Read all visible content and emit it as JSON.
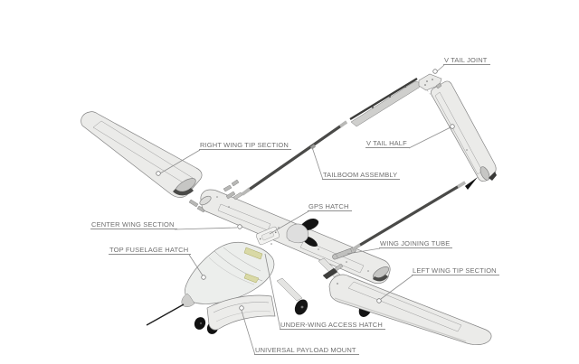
{
  "diagram": {
    "type": "exploded-parts-diagram",
    "subject": "Fixed-wing twin-boom V-tail UAV exploded view",
    "labels": [
      {
        "id": "v-tail-joint",
        "text": "V TAIL JOINT"
      },
      {
        "id": "right-wing-tip-section",
        "text": "RIGHT WING TIP SECTION"
      },
      {
        "id": "v-tail-half",
        "text": "V TAIL HALF"
      },
      {
        "id": "tailboom-assembly",
        "text": "TAILBOOM ASSEMBLY"
      },
      {
        "id": "gps-hatch",
        "text": "GPS HATCH"
      },
      {
        "id": "center-wing-section",
        "text": "CENTER WING SECTION"
      },
      {
        "id": "wing-joining-tube",
        "text": "WING JOINING TUBE"
      },
      {
        "id": "top-fuselage-hatch",
        "text": "TOP FUSELAGE HATCH"
      },
      {
        "id": "left-wing-tip-section",
        "text": "LEFT WING TIP SECTION"
      },
      {
        "id": "under-wing-access-hatch",
        "text": "UNDER-WING ACCESS HATCH"
      },
      {
        "id": "universal-payload-mount",
        "text": "UNIVERSAL PAYLOAD MOUNT"
      }
    ],
    "colors": {
      "background": "#ffffff",
      "outline": "#838383",
      "panel": "#ebebe9",
      "panel_shade": "#c6c6c4",
      "carbon_boom": "#4a4a48",
      "metal": "#bcbcba",
      "black_parts": "#141414",
      "hatch_highlight": "#d9d9a6",
      "label_text": "#6e6e6e",
      "leader_line": "#8f8f8f"
    }
  }
}
